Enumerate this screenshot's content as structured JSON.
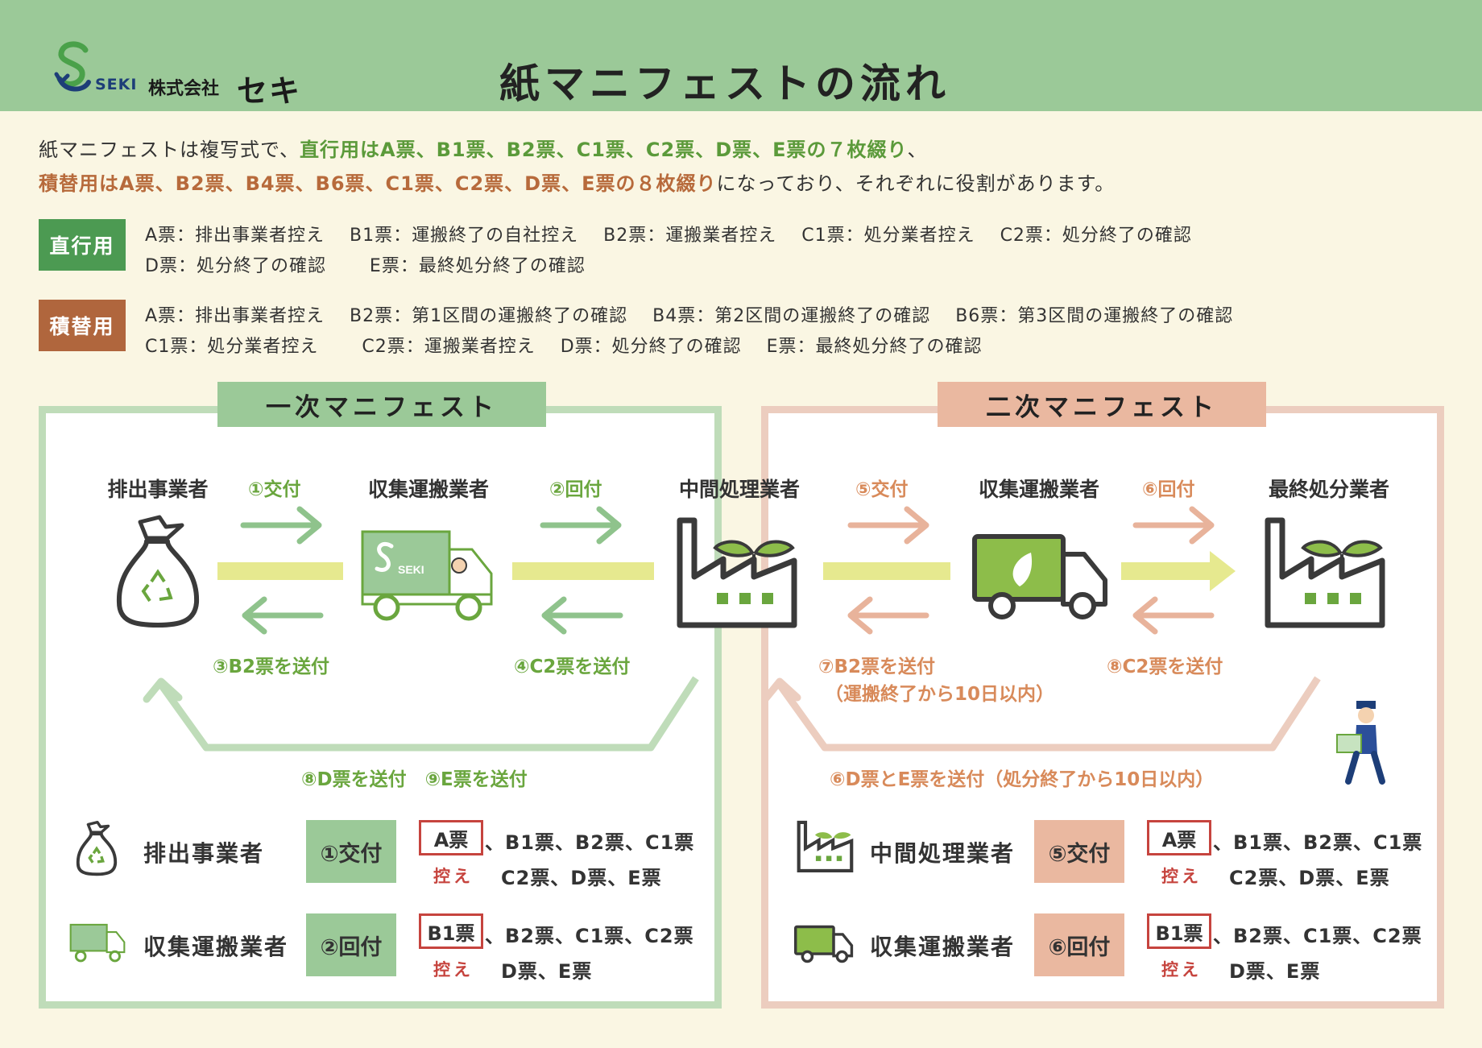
{
  "header": {
    "logo_text": "SEKI",
    "company_prefix": "株式会社",
    "company_name": "セキ",
    "title": "紙マニフェストの流れ"
  },
  "intro": {
    "line1_a": "紙マニフェストは複写式で、",
    "line1_b": "直行用はA票、B1票、B2票、C1票、C2票、D票、E票の７枚綴り",
    "line1_c": "、",
    "line2_a": "積替用はA票、B2票、B4票、B6票、C1票、C2票、D票、E票の８枚綴り",
    "line2_b": "になっており、それぞれに役割があります。"
  },
  "direct": {
    "tag": "直行用",
    "row1": "A票：排出事業者控え　 B1票：運搬終了の自社控え　 B2票：運搬業者控え　 C1票：処分業者控え　 C2票：処分終了の確認",
    "row2": "D票：処分終了の確認　　 E票：最終処分終了の確認"
  },
  "transship": {
    "tag": "積替用",
    "row1": "A票：排出事業者控え　 B2票：第1区間の運搬終了の確認　 B4票：第2区間の運搬終了の確認　 B6票：第3区間の運搬終了の確認",
    "row2": "C1票：処分業者控え　　 C2票：運搬業者控え　 D票：処分終了の確認　 E票：最終処分終了の確認"
  },
  "primary": {
    "title": "一次マニフェスト",
    "actors": [
      "排出事業者",
      "収集運搬業者",
      "中間処理業者"
    ],
    "step1": "①交付",
    "step2": "②回付",
    "step3": "③B2票を送付",
    "step4": "④C2票を送付",
    "step_loop": "⑧D票を送付　⑨E票を送付",
    "rows": [
      {
        "actor": "排出事業者",
        "action": "①交付",
        "ticket": "A票",
        "hikae": "控え",
        "line1": "、B1票、B2票、C1票",
        "line2": "C2票、D票、E票"
      },
      {
        "actor": "収集運搬業者",
        "action": "②回付",
        "ticket": "B1票",
        "hikae": "控え",
        "line1": "、B2票、C1票、C2票",
        "line2": "D票、E票"
      }
    ]
  },
  "secondary": {
    "title": "二次マニフェスト",
    "actors": [
      "収集運搬業者",
      "最終処分業者"
    ],
    "step5": "⑤交付",
    "step6": "⑥回付",
    "step7": "⑦B2票を送付",
    "step7_note": "（運搬終了から10日以内）",
    "step8": "⑧C2票を送付",
    "step_loop": "⑥D票とE票を送付（処分終了から10日以内）",
    "rows": [
      {
        "actor": "中間処理業者",
        "action": "⑤交付",
        "ticket": "A票",
        "hikae": "控え",
        "line1": "、B1票、B2票、C1票",
        "line2": "C2票、D票、E票"
      },
      {
        "actor": "収集運搬業者",
        "action": "⑥回付",
        "ticket": "B1票",
        "hikae": "控え",
        "line1": "、B2票、C1票、C2票",
        "line2": "D票、E票"
      }
    ]
  },
  "colors": {
    "header_green": "#9bc998",
    "primary_border": "#bfdcb9",
    "secondary_border": "#eccdbf",
    "arrow_green": "#8fc38c",
    "arrow_orange": "#e8b39b",
    "flow_yellow": "#e6e98f",
    "accent_green": "#6aa63e",
    "accent_orange": "#d88a5a",
    "stamp_red": "#c6443e"
  },
  "icons": [
    "seki-logo-icon",
    "garbage-bag-icon",
    "truck-icon",
    "factory-icon",
    "delivery-person-icon"
  ]
}
